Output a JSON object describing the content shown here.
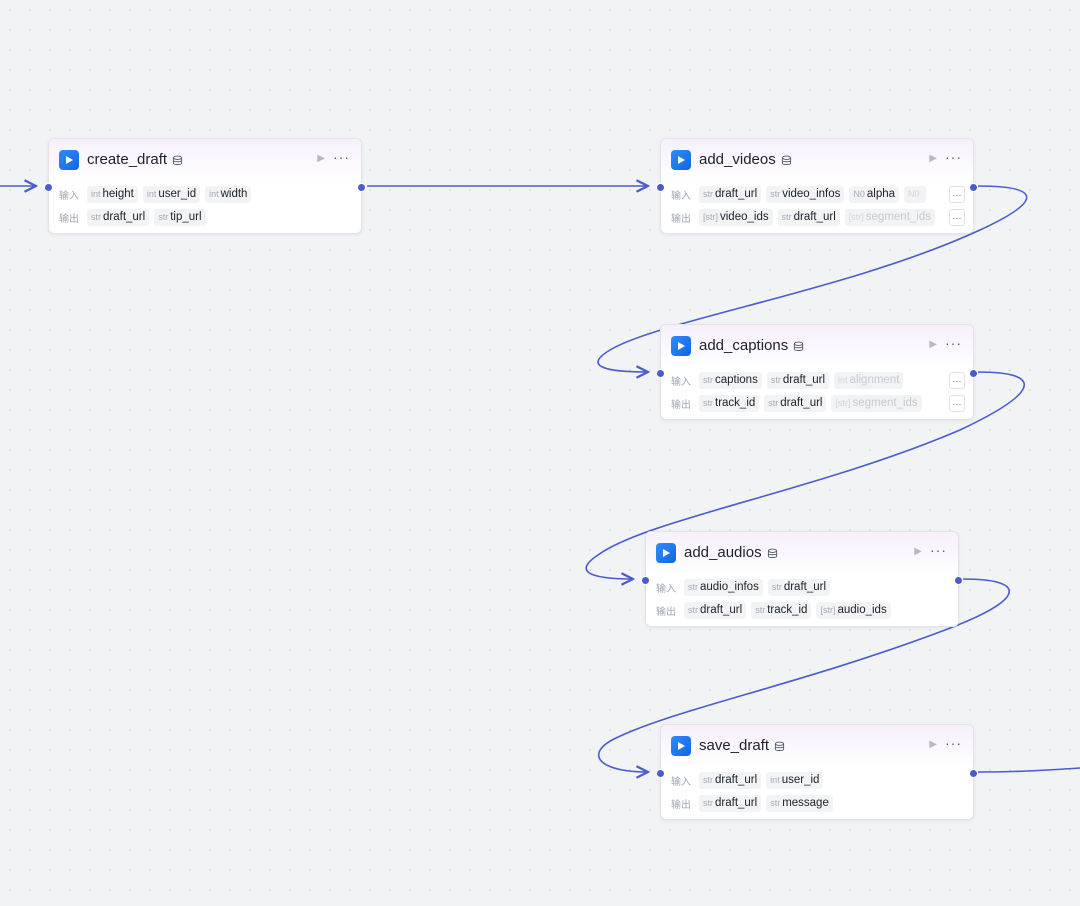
{
  "io_labels": {
    "input": "输入",
    "output": "输出"
  },
  "colors": {
    "edge": "#4a5ccd",
    "canvas": "#f2f3f5",
    "node_border": "#e3e4ea"
  },
  "icons": {
    "node_logo": "play-logo-icon",
    "db": "database-icon",
    "run": "run-icon",
    "more": "more-icon"
  },
  "nodes": [
    {
      "title": "create_draft",
      "inputs": [
        {
          "type": "int",
          "name": "height"
        },
        {
          "type": "int",
          "name": "user_id"
        },
        {
          "type": "int",
          "name": "width"
        }
      ],
      "outputs": [
        {
          "type": "str",
          "name": "draft_url"
        },
        {
          "type": "str",
          "name": "tip_url"
        }
      ]
    },
    {
      "title": "add_videos",
      "inputs": [
        {
          "type": "str",
          "name": "draft_url"
        },
        {
          "type": "str",
          "name": "video_infos"
        },
        {
          "type": "N0",
          "name": "alpha"
        },
        {
          "type": "N0",
          "name": ""
        }
      ],
      "outputs": [
        {
          "type": "[str]",
          "name": "video_ids"
        },
        {
          "type": "str",
          "name": "draft_url"
        },
        {
          "type": "[str]",
          "name": "segment_ids"
        }
      ]
    },
    {
      "title": "add_captions",
      "inputs": [
        {
          "type": "str",
          "name": "captions"
        },
        {
          "type": "str",
          "name": "draft_url"
        },
        {
          "type": "int",
          "name": "alignment"
        }
      ],
      "outputs": [
        {
          "type": "str",
          "name": "track_id"
        },
        {
          "type": "str",
          "name": "draft_url"
        },
        {
          "type": "[str]",
          "name": "segment_ids"
        }
      ]
    },
    {
      "title": "add_audios",
      "inputs": [
        {
          "type": "str",
          "name": "audio_infos"
        },
        {
          "type": "str",
          "name": "draft_url"
        }
      ],
      "outputs": [
        {
          "type": "str",
          "name": "draft_url"
        },
        {
          "type": "str",
          "name": "track_id"
        },
        {
          "type": "[str]",
          "name": "audio_ids"
        }
      ]
    },
    {
      "title": "save_draft",
      "inputs": [
        {
          "type": "str",
          "name": "draft_url"
        },
        {
          "type": "int",
          "name": "user_id"
        }
      ],
      "outputs": [
        {
          "type": "str",
          "name": "draft_url"
        },
        {
          "type": "str",
          "name": "message"
        }
      ]
    }
  ],
  "more_symbol": "···",
  "run_symbol": "▶"
}
